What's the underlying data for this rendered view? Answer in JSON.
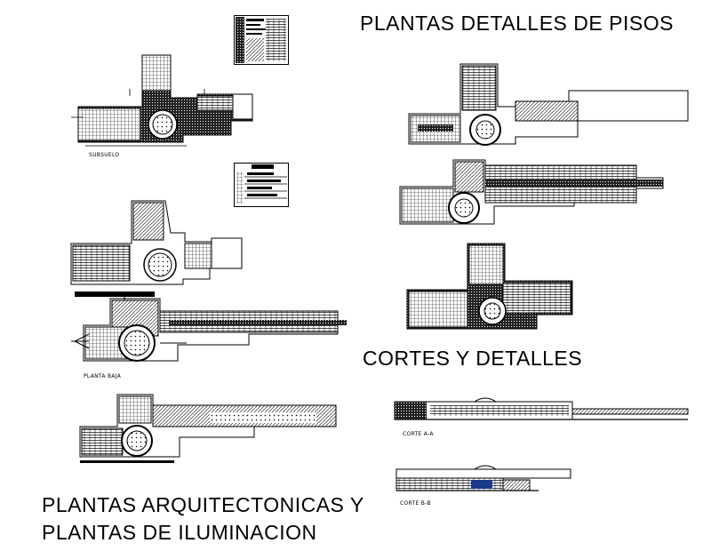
{
  "headings": {
    "detalles_pisos": "PLANTAS DETALLES DE PISOS",
    "cortes": "CORTES Y DETALLES",
    "arquitectonicas_line1": "PLANTAS ARQUITECTONICAS Y",
    "arquitectonicas_line2": "PLANTAS DE ILUMINACION"
  },
  "labels": {
    "subsuelo": "SUBSUELO",
    "planta_baja": "PLANTA BAJA",
    "corte_aa": "CORTE A-A",
    "corte_bb": "CORTE B-B"
  },
  "colors": {
    "ink": "#000000",
    "paper": "#ffffff",
    "accent": "#1a3a8c"
  }
}
